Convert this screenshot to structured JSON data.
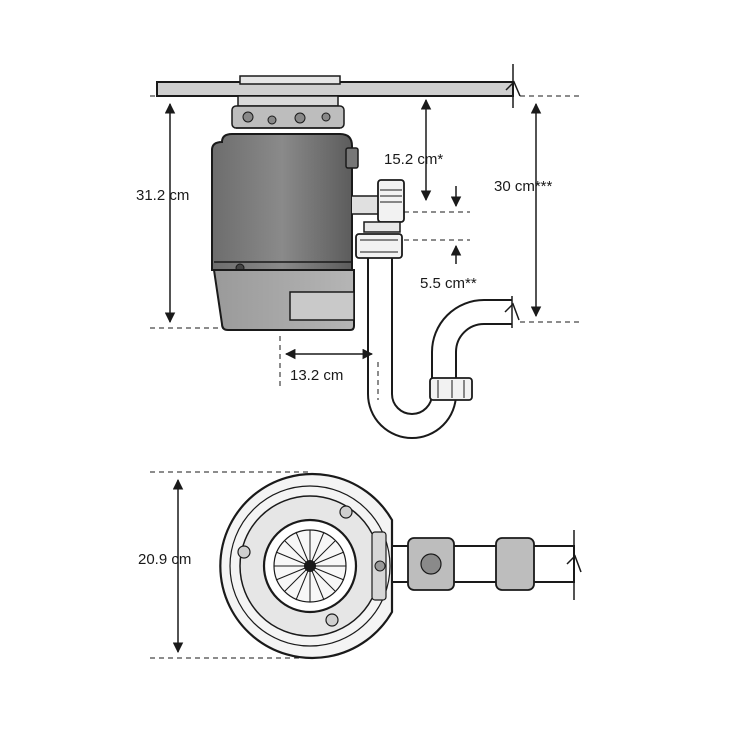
{
  "diagram": {
    "side_view": {
      "dimensions": {
        "unit_height": "31.2 cm",
        "top_to_inlet": "15.2 cm*",
        "inlet_to_outlet": "5.5 cm**",
        "trap_height": "30 cm***",
        "outlet_offset": "13.2 cm"
      }
    },
    "top_view": {
      "dimensions": {
        "unit_diameter": "20.9 cm"
      }
    }
  }
}
